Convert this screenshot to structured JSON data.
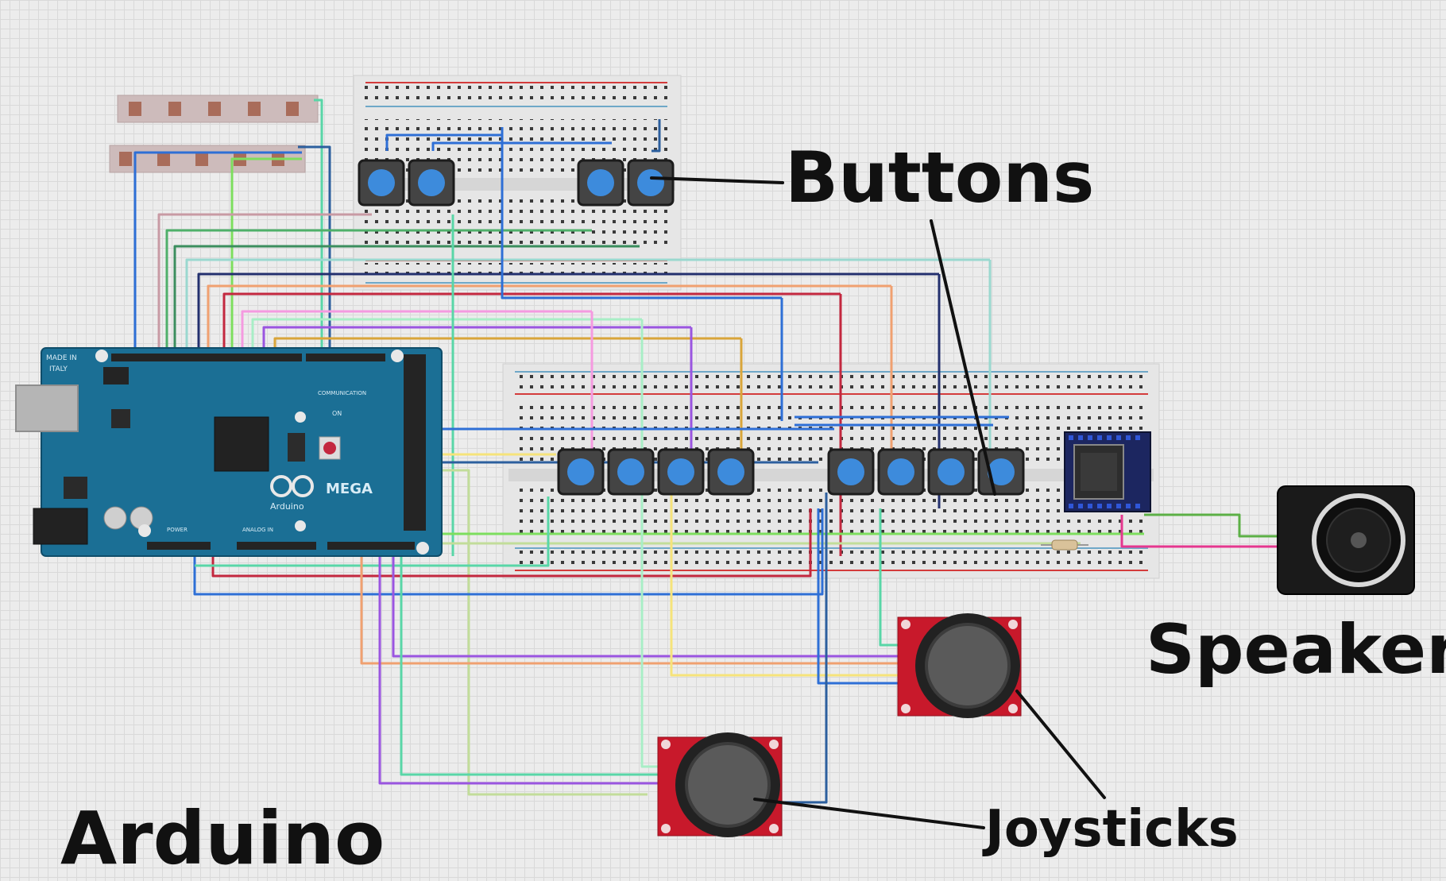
{
  "labels": {
    "buttons": "Buttons",
    "speaker": "Speaker",
    "joysticks": "Joysticks",
    "arduino": "Arduino"
  },
  "board": {
    "brand_line1": "MADE IN",
    "brand_line2": "ITALY",
    "logo_text": "Arduino",
    "model": "MEGA",
    "comm_label": "COMMUNICATION",
    "power_label": "POWER",
    "analog_label": "ANALOG IN",
    "on_label": "ON"
  },
  "colors": {
    "board": "#1b6f95",
    "breadboard": "#e8e8e8",
    "button_cap": "#3d8bdc",
    "joystick_pcb": "#c8192b",
    "speaker": "#1a1a1a"
  }
}
